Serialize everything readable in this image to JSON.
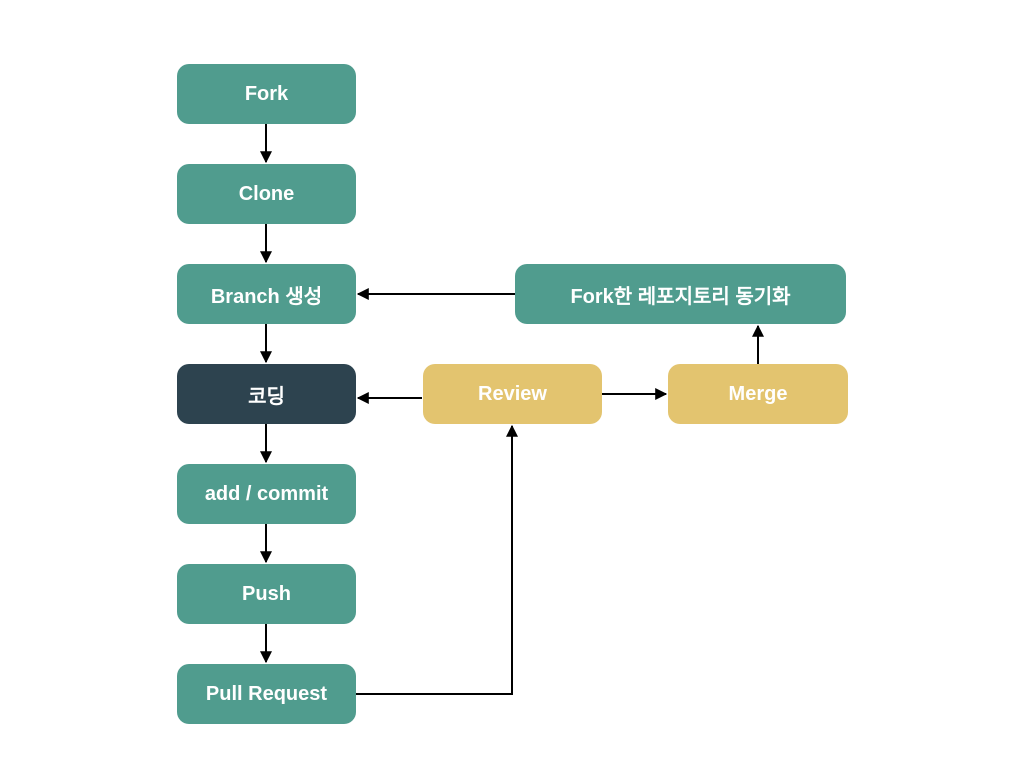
{
  "nodes": {
    "fork": "Fork",
    "clone": "Clone",
    "branch": "Branch 생성",
    "coding": "코딩",
    "add_commit": "add / commit",
    "push": "Push",
    "pull_request": "Pull Request",
    "review": "Review",
    "merge": "Merge",
    "sync": "Fork한 레포지토리 동기화"
  },
  "colors": {
    "step": "#509c8e",
    "current_step": "#2d434f",
    "review_step": "#e3c46f",
    "text": "#ffffff",
    "arrow": "#000000"
  }
}
